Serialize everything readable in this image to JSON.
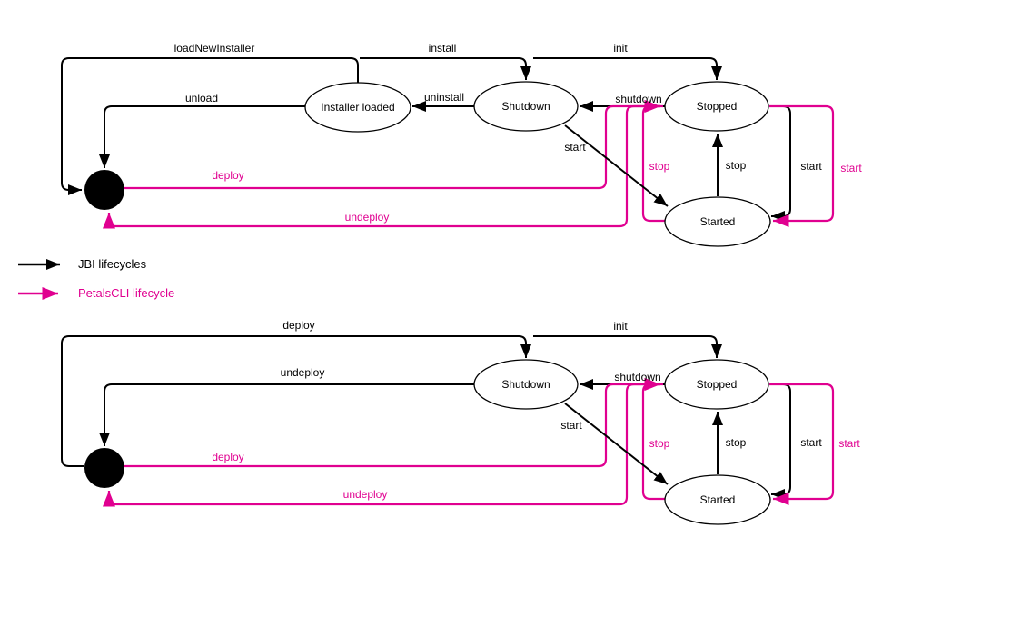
{
  "colors": {
    "jbi_black": "#000000",
    "petalscli_magenta": "#e00090",
    "background": "#ffffff"
  },
  "legend": {
    "jbi": {
      "label": "JBI lifecycles"
    },
    "cli": {
      "label": "PetalsCLI lifecycle"
    }
  },
  "diagrams": [
    {
      "nodes": {
        "initial": {
          "type": "filled-dot-state"
        },
        "installer_loaded": {
          "label": "Installer loaded"
        },
        "shutdown": {
          "label": "Shutdown"
        },
        "stopped": {
          "label": "Stopped"
        },
        "started": {
          "label": "Started"
        }
      },
      "edges": {
        "load_new_installer": {
          "label": "loadNewInstaller",
          "lifecycle": "JBI",
          "from": "installer_loaded",
          "to": "initial"
        },
        "install": {
          "label": "install",
          "lifecycle": "JBI",
          "from": "installer_loaded",
          "to": "shutdown"
        },
        "init": {
          "label": "init",
          "lifecycle": "JBI",
          "from": "shutdown",
          "to": "stopped"
        },
        "unload": {
          "label": "unload",
          "lifecycle": "JBI",
          "from": "installer_loaded",
          "to": "initial"
        },
        "uninstall": {
          "label": "uninstall",
          "lifecycle": "JBI",
          "from": "shutdown",
          "to": "installer_loaded"
        },
        "shutdown": {
          "label": "shutdown",
          "lifecycle": "JBI",
          "from": "stopped",
          "to": "shutdown"
        },
        "start_from_shutdown": {
          "label": "start",
          "lifecycle": "JBI",
          "from": "shutdown",
          "to": "started"
        },
        "stop": {
          "label": "stop",
          "lifecycle": "JBI",
          "from": "started",
          "to": "stopped"
        },
        "start": {
          "label": "start",
          "lifecycle": "JBI",
          "from": "stopped",
          "to": "started"
        },
        "deploy_cli": {
          "label": "deploy",
          "lifecycle": "PetalsCLI",
          "from": "initial",
          "to": "stopped"
        },
        "undeploy_cli": {
          "label": "undeploy",
          "lifecycle": "PetalsCLI",
          "from": "stopped",
          "to": "initial"
        },
        "stop_cli": {
          "label": "stop",
          "lifecycle": "PetalsCLI",
          "from": "started",
          "to": "stopped"
        },
        "start_cli": {
          "label": "start",
          "lifecycle": "PetalsCLI",
          "from": "stopped",
          "to": "started"
        }
      }
    },
    {
      "nodes": {
        "initial": {
          "type": "filled-dot-state"
        },
        "shutdown": {
          "label": "Shutdown"
        },
        "stopped": {
          "label": "Stopped"
        },
        "started": {
          "label": "Started"
        }
      },
      "edges": {
        "deploy": {
          "label": "deploy",
          "lifecycle": "JBI",
          "from": "initial",
          "to": "shutdown"
        },
        "init": {
          "label": "init",
          "lifecycle": "JBI",
          "from": "shutdown",
          "to": "stopped"
        },
        "undeploy": {
          "label": "undeploy",
          "lifecycle": "JBI",
          "from": "shutdown",
          "to": "initial"
        },
        "shutdown": {
          "label": "shutdown",
          "lifecycle": "JBI",
          "from": "stopped",
          "to": "shutdown"
        },
        "start_from_shutdown": {
          "label": "start",
          "lifecycle": "JBI",
          "from": "shutdown",
          "to": "started"
        },
        "stop": {
          "label": "stop",
          "lifecycle": "JBI",
          "from": "started",
          "to": "stopped"
        },
        "start": {
          "label": "start",
          "lifecycle": "JBI",
          "from": "stopped",
          "to": "started"
        },
        "deploy_cli": {
          "label": "deploy",
          "lifecycle": "PetalsCLI",
          "from": "initial",
          "to": "stopped"
        },
        "undeploy_cli": {
          "label": "undeploy",
          "lifecycle": "PetalsCLI",
          "from": "stopped",
          "to": "initial"
        },
        "stop_cli": {
          "label": "stop",
          "lifecycle": "PetalsCLI",
          "from": "started",
          "to": "stopped"
        },
        "start_cli": {
          "label": "start",
          "lifecycle": "PetalsCLI",
          "from": "stopped",
          "to": "started"
        }
      }
    }
  ]
}
